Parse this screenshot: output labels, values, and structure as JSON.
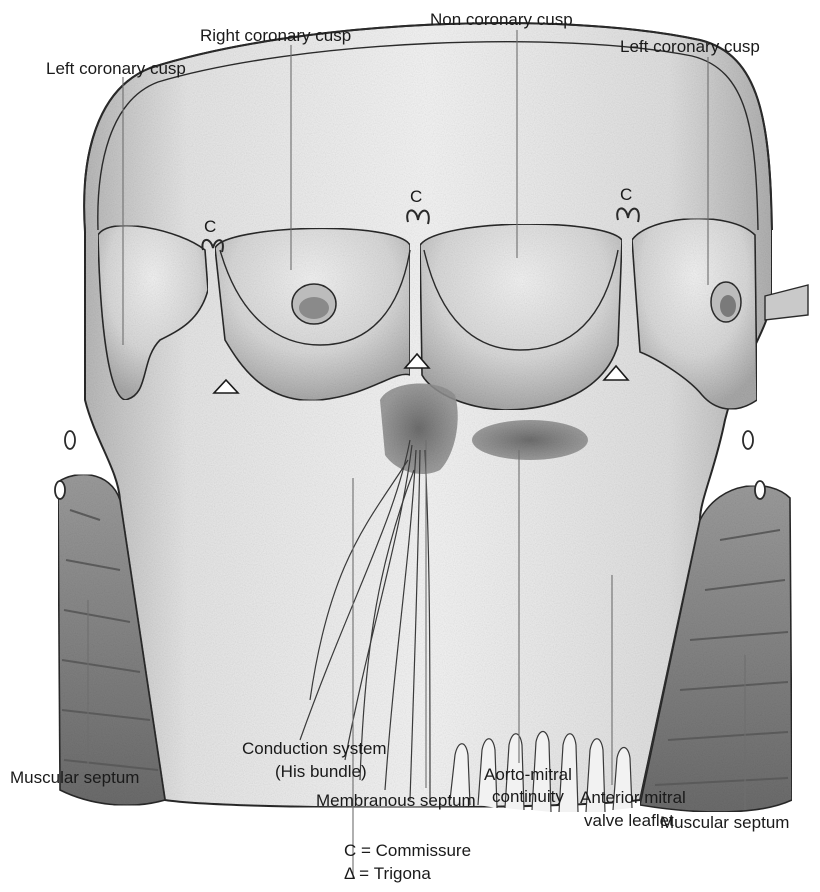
{
  "labels": {
    "right_coronary_cusp": "Right coronary cusp",
    "non_coronary_cusp": "Non coronary cusp",
    "left_coronary_cusp_left": "Left coronary cusp",
    "left_coronary_cusp_right": "Left coronary cusp",
    "commissure_marker": "C",
    "conduction_system_line1": "Conduction system",
    "conduction_system_line2": "(His bundle)",
    "aorto_mitral_line1": "Aorto-mitral",
    "aorto_mitral_line2": "continuity",
    "muscular_septum_left": "Muscular septum",
    "membranous_septum": "Membranous septum",
    "anterior_mitral_line1": "Anterior mitral",
    "anterior_mitral_line2": "valve leaflet",
    "muscular_septum_right": "Muscular septum"
  },
  "legend": {
    "commissure": "C = Commissure",
    "trigona": "Δ = Trigona"
  },
  "colors": {
    "outline": "#2a2a2a",
    "shading_dark": "#7a7a7a",
    "shading_light": "#d4d4d4",
    "background": "#ffffff"
  }
}
